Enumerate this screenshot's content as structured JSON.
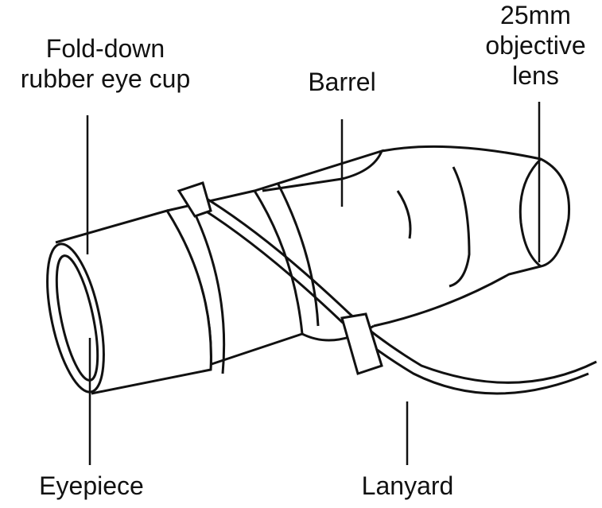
{
  "labels": {
    "eye_cup_line1": "Fold-down",
    "eye_cup_line2": "rubber eye cup",
    "barrel": "Barrel",
    "lens_line1": "25mm",
    "lens_line2": "objective",
    "lens_line3": "lens",
    "eyepiece": "Eyepiece",
    "lanyard": "Lanyard"
  }
}
